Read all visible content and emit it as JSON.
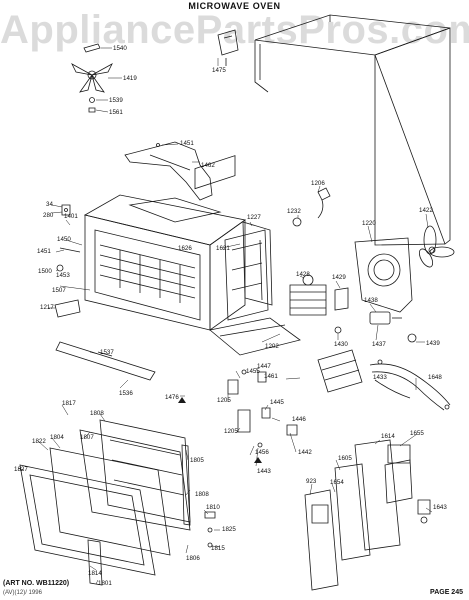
{
  "title": "MICROWAVE OVEN",
  "watermark": "AppliancePartsPros.com",
  "footer": {
    "art_no": "(ART NO. WB11220)",
    "small_code": "(AV)(12)/ 1996",
    "page": "PAGE 245"
  },
  "parts": [
    {
      "label": "1540"
    },
    {
      "label": "1419"
    },
    {
      "label": "1539"
    },
    {
      "label": "1561"
    },
    {
      "label": "1475"
    },
    {
      "label": "1451"
    },
    {
      "label": "1462"
    },
    {
      "label": "1206"
    },
    {
      "label": "1422"
    },
    {
      "label": "1232"
    },
    {
      "label": "1227"
    },
    {
      "label": "34"
    },
    {
      "label": "280"
    },
    {
      "label": "1401"
    },
    {
      "label": "1450"
    },
    {
      "label": "1451"
    },
    {
      "label": "1453"
    },
    {
      "label": "1500"
    },
    {
      "label": "1507"
    },
    {
      "label": "1217"
    },
    {
      "label": "1626"
    },
    {
      "label": "1621"
    },
    {
      "label": "1220"
    },
    {
      "label": "1428"
    },
    {
      "label": "1429"
    },
    {
      "label": "1438"
    },
    {
      "label": "1202"
    },
    {
      "label": "1537"
    },
    {
      "label": "1430"
    },
    {
      "label": "1437"
    },
    {
      "label": "1439"
    },
    {
      "label": "1455"
    },
    {
      "label": "1447"
    },
    {
      "label": "1461"
    },
    {
      "label": "1433"
    },
    {
      "label": "1648"
    },
    {
      "label": "1536"
    },
    {
      "label": "1476"
    },
    {
      "label": "1205"
    },
    {
      "label": "1445"
    },
    {
      "label": "1817"
    },
    {
      "label": "1808"
    },
    {
      "label": "1446"
    },
    {
      "label": "1205"
    },
    {
      "label": "1614"
    },
    {
      "label": "1655"
    },
    {
      "label": "1822"
    },
    {
      "label": "1804"
    },
    {
      "label": "1807"
    },
    {
      "label": "1805"
    },
    {
      "label": "1456"
    },
    {
      "label": "1442"
    },
    {
      "label": "1443"
    },
    {
      "label": "1827"
    },
    {
      "label": "1605"
    },
    {
      "label": "923"
    },
    {
      "label": "1654"
    },
    {
      "label": "1808"
    },
    {
      "label": "1810"
    },
    {
      "label": "1643"
    },
    {
      "label": "1825"
    },
    {
      "label": "1806"
    },
    {
      "label": "1815"
    },
    {
      "label": "1814"
    },
    {
      "label": "1801"
    }
  ]
}
